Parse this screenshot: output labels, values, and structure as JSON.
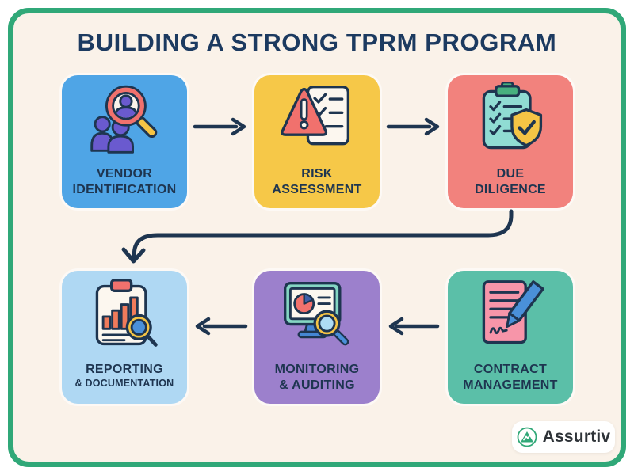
{
  "title": "BUILDING A STRONG TPRM PROGRAM",
  "steps": [
    {
      "id": "vendor-identification",
      "label_line1": "VENDOR",
      "label_line2": "IDENTIFICATION",
      "color": "#4FA5E6",
      "icon": "people-magnifier-icon"
    },
    {
      "id": "risk-assessment",
      "label_line1": "RISK",
      "label_line2": "ASSESSMENT",
      "color": "#F6C848",
      "icon": "warning-checklist-icon"
    },
    {
      "id": "due-diligence",
      "label_line1": "DUE",
      "label_line2": "DILIGENCE",
      "color": "#F2827D",
      "icon": "clipboard-shield-icon"
    },
    {
      "id": "contract-management",
      "label_line1": "CONTRACT",
      "label_line2": "MANAGEMENT",
      "color": "#5BBFA8",
      "icon": "document-pen-icon"
    },
    {
      "id": "monitoring-auditing",
      "label_line1": "MONITORING",
      "label_line2": "& AUDITING",
      "color": "#9C80CC",
      "icon": "monitor-magnifier-icon"
    },
    {
      "id": "reporting-documentation",
      "label_line1": "REPORTING",
      "label_line2": "& DOCUMENTATION",
      "color": "#AFD8F3",
      "icon": "chart-magnifier-icon"
    }
  ],
  "flow": {
    "top_row_left_to_right": [
      "vendor-identification",
      "risk-assessment",
      "due-diligence"
    ],
    "bottom_row_left_to_right": [
      "reporting-documentation",
      "monitoring-auditing",
      "contract-management"
    ],
    "arrows": [
      {
        "name": "arrow-vendor-to-risk",
        "direction": "right"
      },
      {
        "name": "arrow-risk-to-due",
        "direction": "right"
      },
      {
        "name": "arrow-due-to-bottom-row-curve",
        "direction": "curve-down-left"
      },
      {
        "name": "arrow-contract-to-monitoring",
        "direction": "left"
      },
      {
        "name": "arrow-monitoring-to-reporting",
        "direction": "left"
      }
    ]
  },
  "logo": {
    "text": "Assurtiv",
    "icon": "assurtiv-triangle-icon"
  },
  "colors": {
    "page_background": "#FFFFFF",
    "canvas_background": "#FAF2E9",
    "frame_border": "#30A878",
    "title_text": "#1C3A60",
    "label_text": "#1E3550",
    "arrow": "#1E3550",
    "icon_outline": "#1E3550",
    "accent_coral": "#F1716D",
    "accent_yellow": "#F5C445",
    "accent_purple": "#6A5ACF",
    "accent_blue": "#4A90D9",
    "accent_teal_light": "#90DCD3",
    "accent_green": "#48B07F",
    "accent_pink": "#F795A9",
    "logo_text": "#2E3338",
    "logo_background": "#FFFFFF",
    "logo_green": "#31A878"
  }
}
